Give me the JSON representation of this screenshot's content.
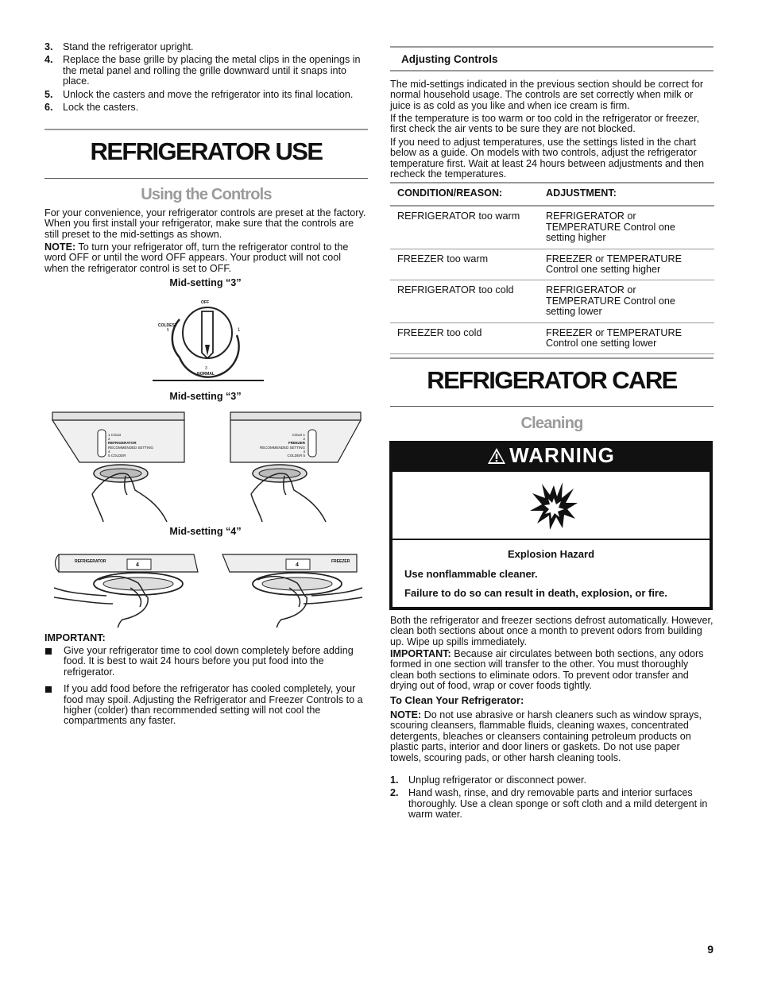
{
  "left": {
    "steps": [
      {
        "num": "3.",
        "text": "Stand the refrigerator upright."
      },
      {
        "num": "4.",
        "text": "Replace the base grille by placing the metal clips in the openings in the metal panel and rolling the grille downward until it snaps into place."
      },
      {
        "num": "5.",
        "text": "Unlock the casters and move the refrigerator into its final location."
      },
      {
        "num": "6.",
        "text": "Lock the casters."
      }
    ],
    "section_title": "REFRIGERATOR USE",
    "subsection_title": "Using the Controls",
    "intro": "For your convenience, your refrigerator controls are preset at the factory. When you first install your refrigerator, make sure that the controls are still preset to the mid-settings as shown.",
    "note_label": "NOTE:",
    "note_text": " To turn your refrigerator off, turn the refrigerator control to the word OFF or until the word OFF appears. Your product will not cool when the refrigerator control is set to OFF.",
    "fig1_caption": "Mid-setting “3”",
    "dial": {
      "off": "OFF",
      "coldest": "COLDEST",
      "five": "5",
      "one": "1",
      "three": "3",
      "normal": "NORMAL"
    },
    "fig2_caption": "Mid-setting “3”",
    "fig2_left": {
      "l1": "1 COLD",
      "l2": "2",
      "l3a": "REFRIGERATOR",
      "l3b": "RECOMMENDED SETTING",
      "l4": "4",
      "l5": "5 COLDER"
    },
    "fig2_right": {
      "l1": "COLD 1",
      "l2": "2",
      "l3a": "FREEZER",
      "l3b": "RECOMMENDED SETTING",
      "l4": "4",
      "l5": "COLDER 5"
    },
    "fig3_caption": "Mid-setting “4”",
    "fig3_left_label": "REFRIGERATOR",
    "fig3_left_num": "4",
    "fig3_right_label": "FREEZER",
    "fig3_right_num": "4",
    "important_label": "IMPORTANT:",
    "bullets": [
      "Give your refrigerator time to cool down completely before adding food. It is best to wait 24 hours before you put food into the refrigerator.",
      "If you add food before the refrigerator has cooled completely, your food may spoil. Adjusting the Refrigerator and Freezer Controls to a higher (colder) than recommended setting will not cool the compartments any faster."
    ]
  },
  "right": {
    "adj_heading": "Adjusting Controls",
    "adj_p1": "The mid-settings indicated in the previous section should be correct for normal household usage. The controls are set correctly when milk or juice is as cold as you like and when ice cream is firm.",
    "adj_p2": "If the temperature is too warm or too cold in the refrigerator or freezer, first check the air vents to be sure they are not blocked.",
    "adj_p3": "If you need to adjust temperatures, use the settings listed in the chart below as a guide. On models with two controls, adjust the refrigerator temperature first. Wait at least 24 hours between adjustments and then recheck the temperatures.",
    "table": {
      "headers": [
        "CONDITION/REASON:",
        "ADJUSTMENT:"
      ],
      "rows": [
        [
          "REFRIGERATOR too warm",
          "REFRIGERATOR or TEMPERATURE Control one setting higher"
        ],
        [
          "FREEZER too warm",
          "FREEZER or TEMPERATURE Control one setting higher"
        ],
        [
          "REFRIGERATOR too cold",
          "REFRIGERATOR or TEMPERATURE Control one setting lower"
        ],
        [
          "FREEZER too cold",
          "FREEZER or TEMPERATURE Control one setting lower"
        ]
      ]
    },
    "section_title": "REFRIGERATOR CARE",
    "subsection_title": "Cleaning",
    "warning": {
      "title": "WARNING",
      "hazard": "Explosion Hazard",
      "line1": "Use nonflammable cleaner.",
      "line2": "Failure to do so can result in death, explosion, or fire."
    },
    "clean_p1": "Both the refrigerator and freezer sections defrost automatically. However, clean both sections about once a month to prevent odors from building up. Wipe up spills immediately.",
    "clean_imp_label": "IMPORTANT:",
    "clean_imp_text": " Because air circulates between both sections, any odors formed in one section will transfer to the other. You must thoroughly clean both sections to eliminate odors. To prevent odor transfer and drying out of food, wrap or cover foods tightly.",
    "to_clean_heading": "To Clean Your Refrigerator:",
    "note_label": "NOTE:",
    "note_text": " Do not use abrasive or harsh cleaners such as window sprays, scouring cleansers, flammable fluids, cleaning waxes, concentrated detergents, bleaches or cleansers containing petroleum products on plastic parts, interior and door liners or gaskets. Do not use paper towels, scouring pads, or other harsh cleaning tools.",
    "steps": [
      {
        "num": "1.",
        "text": "Unplug refrigerator or disconnect power."
      },
      {
        "num": "2.",
        "text": "Hand wash, rinse, and dry removable parts and interior surfaces thoroughly. Use a clean sponge or soft cloth and a mild detergent in warm water."
      }
    ]
  },
  "page_number": "9"
}
